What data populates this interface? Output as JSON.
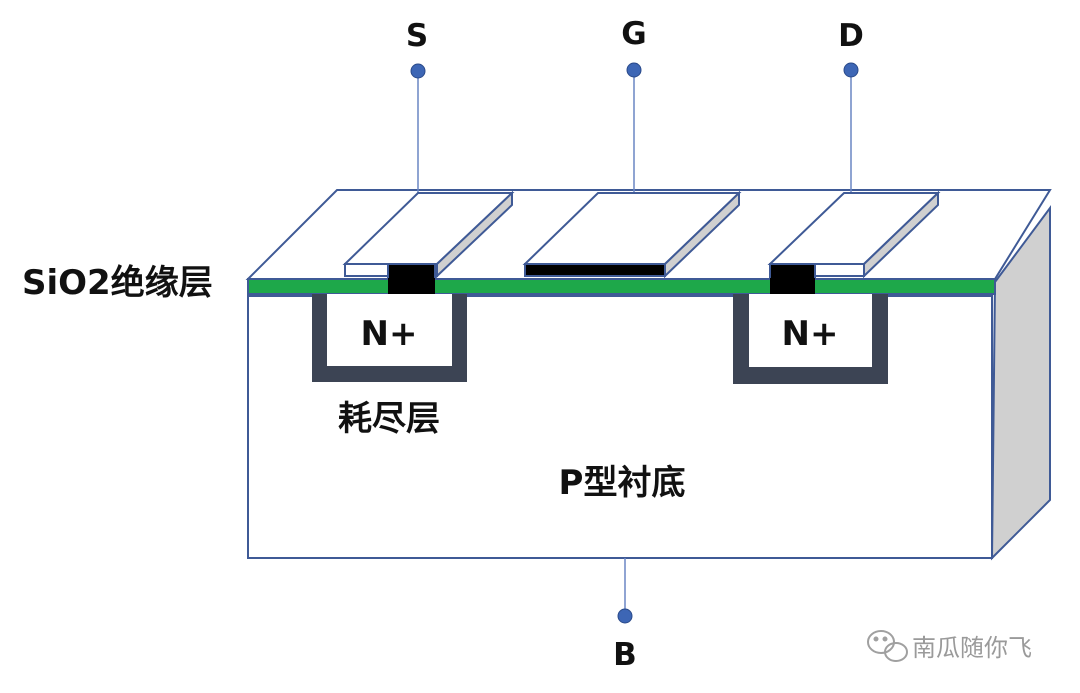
{
  "terminals": {
    "source": "S",
    "gate": "G",
    "drain": "D",
    "body": "B"
  },
  "labels": {
    "oxide": "SiO2绝缘层",
    "n_left": "N+",
    "n_right": "N+",
    "depletion": "耗尽层",
    "substrate": "P型衬底"
  },
  "watermark": {
    "text": "南瓜随你飞",
    "icon": "wechat-icon"
  },
  "colors": {
    "outline": "#3f5a96",
    "oxide": "#1ea84a",
    "terminal_dot": "#3d66b5",
    "depletion": "#3c4454",
    "side_face": "#d0d0d0",
    "contact": "#000000"
  }
}
